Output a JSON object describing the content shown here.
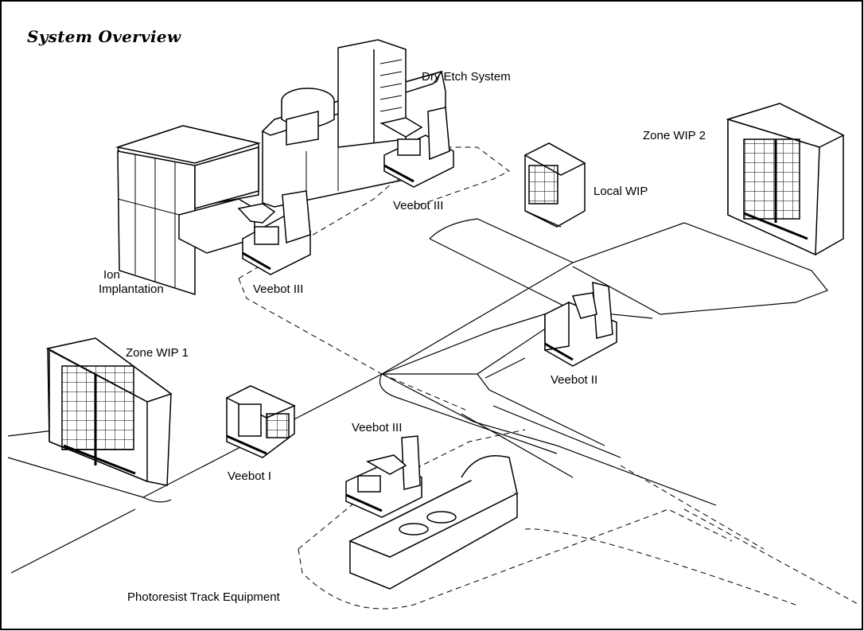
{
  "title": "System Overview",
  "labels": {
    "dry_etch": "Dry Etch System",
    "zone_wip_2": "Zone WIP 2",
    "local_wip": "Local WIP",
    "veebot_iii_top": "Veebot III",
    "ion_line1": "Ion",
    "ion_line2": "Implantation",
    "veebot_iii_left": "Veebot III",
    "zone_wip_1": "Zone WIP 1",
    "veebot_ii": "Veebot II",
    "veebot_iii_bottom": "Veebot III",
    "veebot_i": "Veebot I",
    "photoresist": "Photoresist Track Equipment"
  },
  "colors": {
    "ink": "#000000",
    "paper": "#ffffff",
    "shade": "#c8c8c8"
  }
}
